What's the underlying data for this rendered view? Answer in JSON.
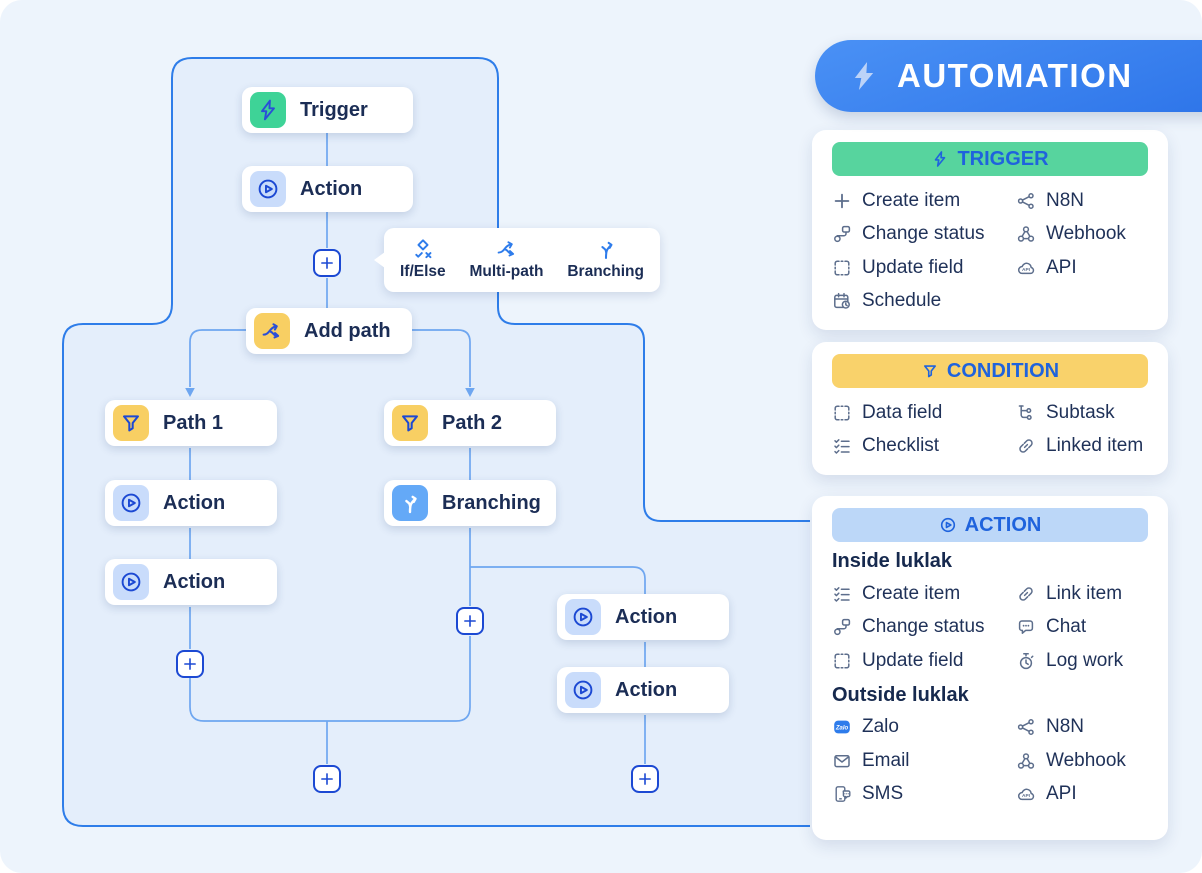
{
  "banner": {
    "title": "AUTOMATION",
    "icon": "lightning-icon"
  },
  "colors": {
    "canvas_bg": "#edf4fc",
    "flow_outline_blue": "#2e7de9",
    "connector_blue": "#6ea6f0",
    "trigger_green": "#3ed397",
    "condition_yellow": "#f8cf63",
    "action_light_blue": "#c9dcfb",
    "branching_blue": "#64a9f7",
    "banner_blue": "#2d74e9",
    "panel_header_text": "#1f63dd",
    "node_text": "#1b2d55"
  },
  "flow": {
    "nodes": {
      "trigger": "Trigger",
      "action_top": "Action",
      "add_path": "Add path",
      "path1": "Path 1",
      "path2": "Path 2",
      "path1_action_1": "Action",
      "path1_action_2": "Action",
      "branching": "Branching",
      "branch_action_1": "Action",
      "branch_action_2": "Action"
    },
    "tooltip": {
      "if_else": "If/Else",
      "multi_path": "Multi-path",
      "branching": "Branching"
    }
  },
  "panels": {
    "trigger": {
      "title": "TRIGGER",
      "header_icon": "lightning-icon",
      "header_color": "#57d49e",
      "rows_left": [
        {
          "icon": "plus-icon",
          "label": "Create item"
        },
        {
          "icon": "status-flow-icon",
          "label": "Change status"
        },
        {
          "icon": "field-scan-icon",
          "label": "Update field"
        },
        {
          "icon": "schedule-calendar-icon",
          "label": "Schedule"
        }
      ],
      "rows_right": [
        {
          "icon": "share-nodes-icon",
          "label": "N8N"
        },
        {
          "icon": "webhook-icon",
          "label": "Webhook"
        },
        {
          "icon": "api-cloud-icon",
          "label": "API"
        }
      ]
    },
    "condition": {
      "title": "CONDITION",
      "header_icon": "funnel-icon",
      "header_color": "#f9d26b",
      "rows_left": [
        {
          "icon": "field-scan-icon",
          "label": "Data field"
        },
        {
          "icon": "checklist-icon",
          "label": "Checklist"
        }
      ],
      "rows_right": [
        {
          "icon": "subtask-tree-icon",
          "label": "Subtask"
        },
        {
          "icon": "link-icon",
          "label": "Linked item"
        }
      ]
    },
    "action": {
      "title": "ACTION",
      "header_icon": "play-circle-icon",
      "header_color": "#bcd7f8",
      "sections": [
        {
          "heading": "Inside luklak",
          "rows_left": [
            {
              "icon": "checklist-icon",
              "label": "Create item"
            },
            {
              "icon": "status-flow-icon",
              "label": "Change status"
            },
            {
              "icon": "field-scan-icon",
              "label": "Update field"
            }
          ],
          "rows_right": [
            {
              "icon": "link-icon",
              "label": "Link item"
            },
            {
              "icon": "chat-bubble-icon",
              "label": "Chat"
            },
            {
              "icon": "stopwatch-icon",
              "label": "Log work"
            }
          ]
        },
        {
          "heading": "Outside luklak",
          "rows_left": [
            {
              "icon": "zalo-icon",
              "label": "Zalo"
            },
            {
              "icon": "email-icon",
              "label": "Email"
            },
            {
              "icon": "sms-icon",
              "label": "SMS"
            }
          ],
          "rows_right": [
            {
              "icon": "share-nodes-icon",
              "label": "N8N"
            },
            {
              "icon": "webhook-icon",
              "label": "Webhook"
            },
            {
              "icon": "api-cloud-icon",
              "label": "API"
            }
          ]
        }
      ]
    }
  }
}
